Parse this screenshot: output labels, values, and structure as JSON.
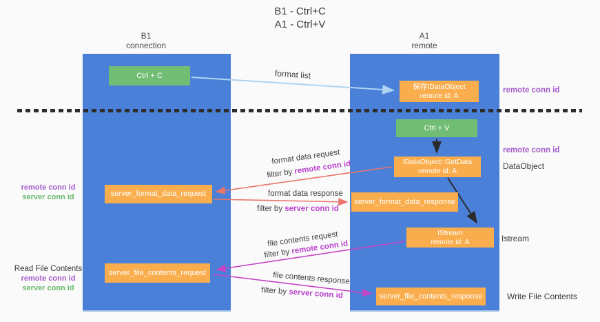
{
  "title": {
    "line1": "B1 - Ctrl+C",
    "line2": "A1 - Ctrl+V"
  },
  "columns": {
    "left": {
      "name": "B1",
      "role": "connection"
    },
    "right": {
      "name": "A1",
      "role": "remote"
    }
  },
  "boxes": {
    "ctrl_c": "Ctrl + C",
    "ctrl_v": "Ctrl + V",
    "save_dataobject_line1": "保存IDataObject",
    "save_dataobject_line2": "remote id: A",
    "getdata_line1": "IDataObject::GetData",
    "getdata_line2": "remote id: A",
    "istream_line1": "IStream",
    "istream_line2": "remote id: A",
    "format_request": "server_format_data_request",
    "format_response": "server_format_data_response",
    "file_request": "server_file_contents_request",
    "file_response": "server_file_contents_response"
  },
  "annotations": {
    "format_list": "format list",
    "format_data_request": "format data request",
    "format_data_response": "format data response",
    "file_contents_request": "file contents request",
    "file_contents_response": "file contents response",
    "filter_by": "filter by ",
    "remote_conn_id": "remote conn id",
    "server_conn_id": "server conn id"
  },
  "side_labels": {
    "remote_conn_id_top": "remote conn id",
    "remote_conn_id_mid": "remote conn id",
    "dataobject": "DataObject",
    "istream": "Istream",
    "write_file_contents": "Write File Contents",
    "read_file_contents": "Read File Contents",
    "left_remote_conn_id_1": "remote conn id",
    "left_server_conn_id_1": "server conn id",
    "left_remote_conn_id_2": "remote conn id",
    "left_server_conn_id_2": "server conn id"
  },
  "colors": {
    "lifeline_blue": "#4a80d8",
    "node_green": "#72bd74",
    "node_orange": "#f9ad4d",
    "arrow_light_blue": "#aed4f2",
    "arrow_salmon": "#e9756b",
    "arrow_magenta": "#c645c6",
    "arrow_black": "#2b2b2b",
    "label_purple": "#a55bcb",
    "label_green": "#67b96b"
  }
}
